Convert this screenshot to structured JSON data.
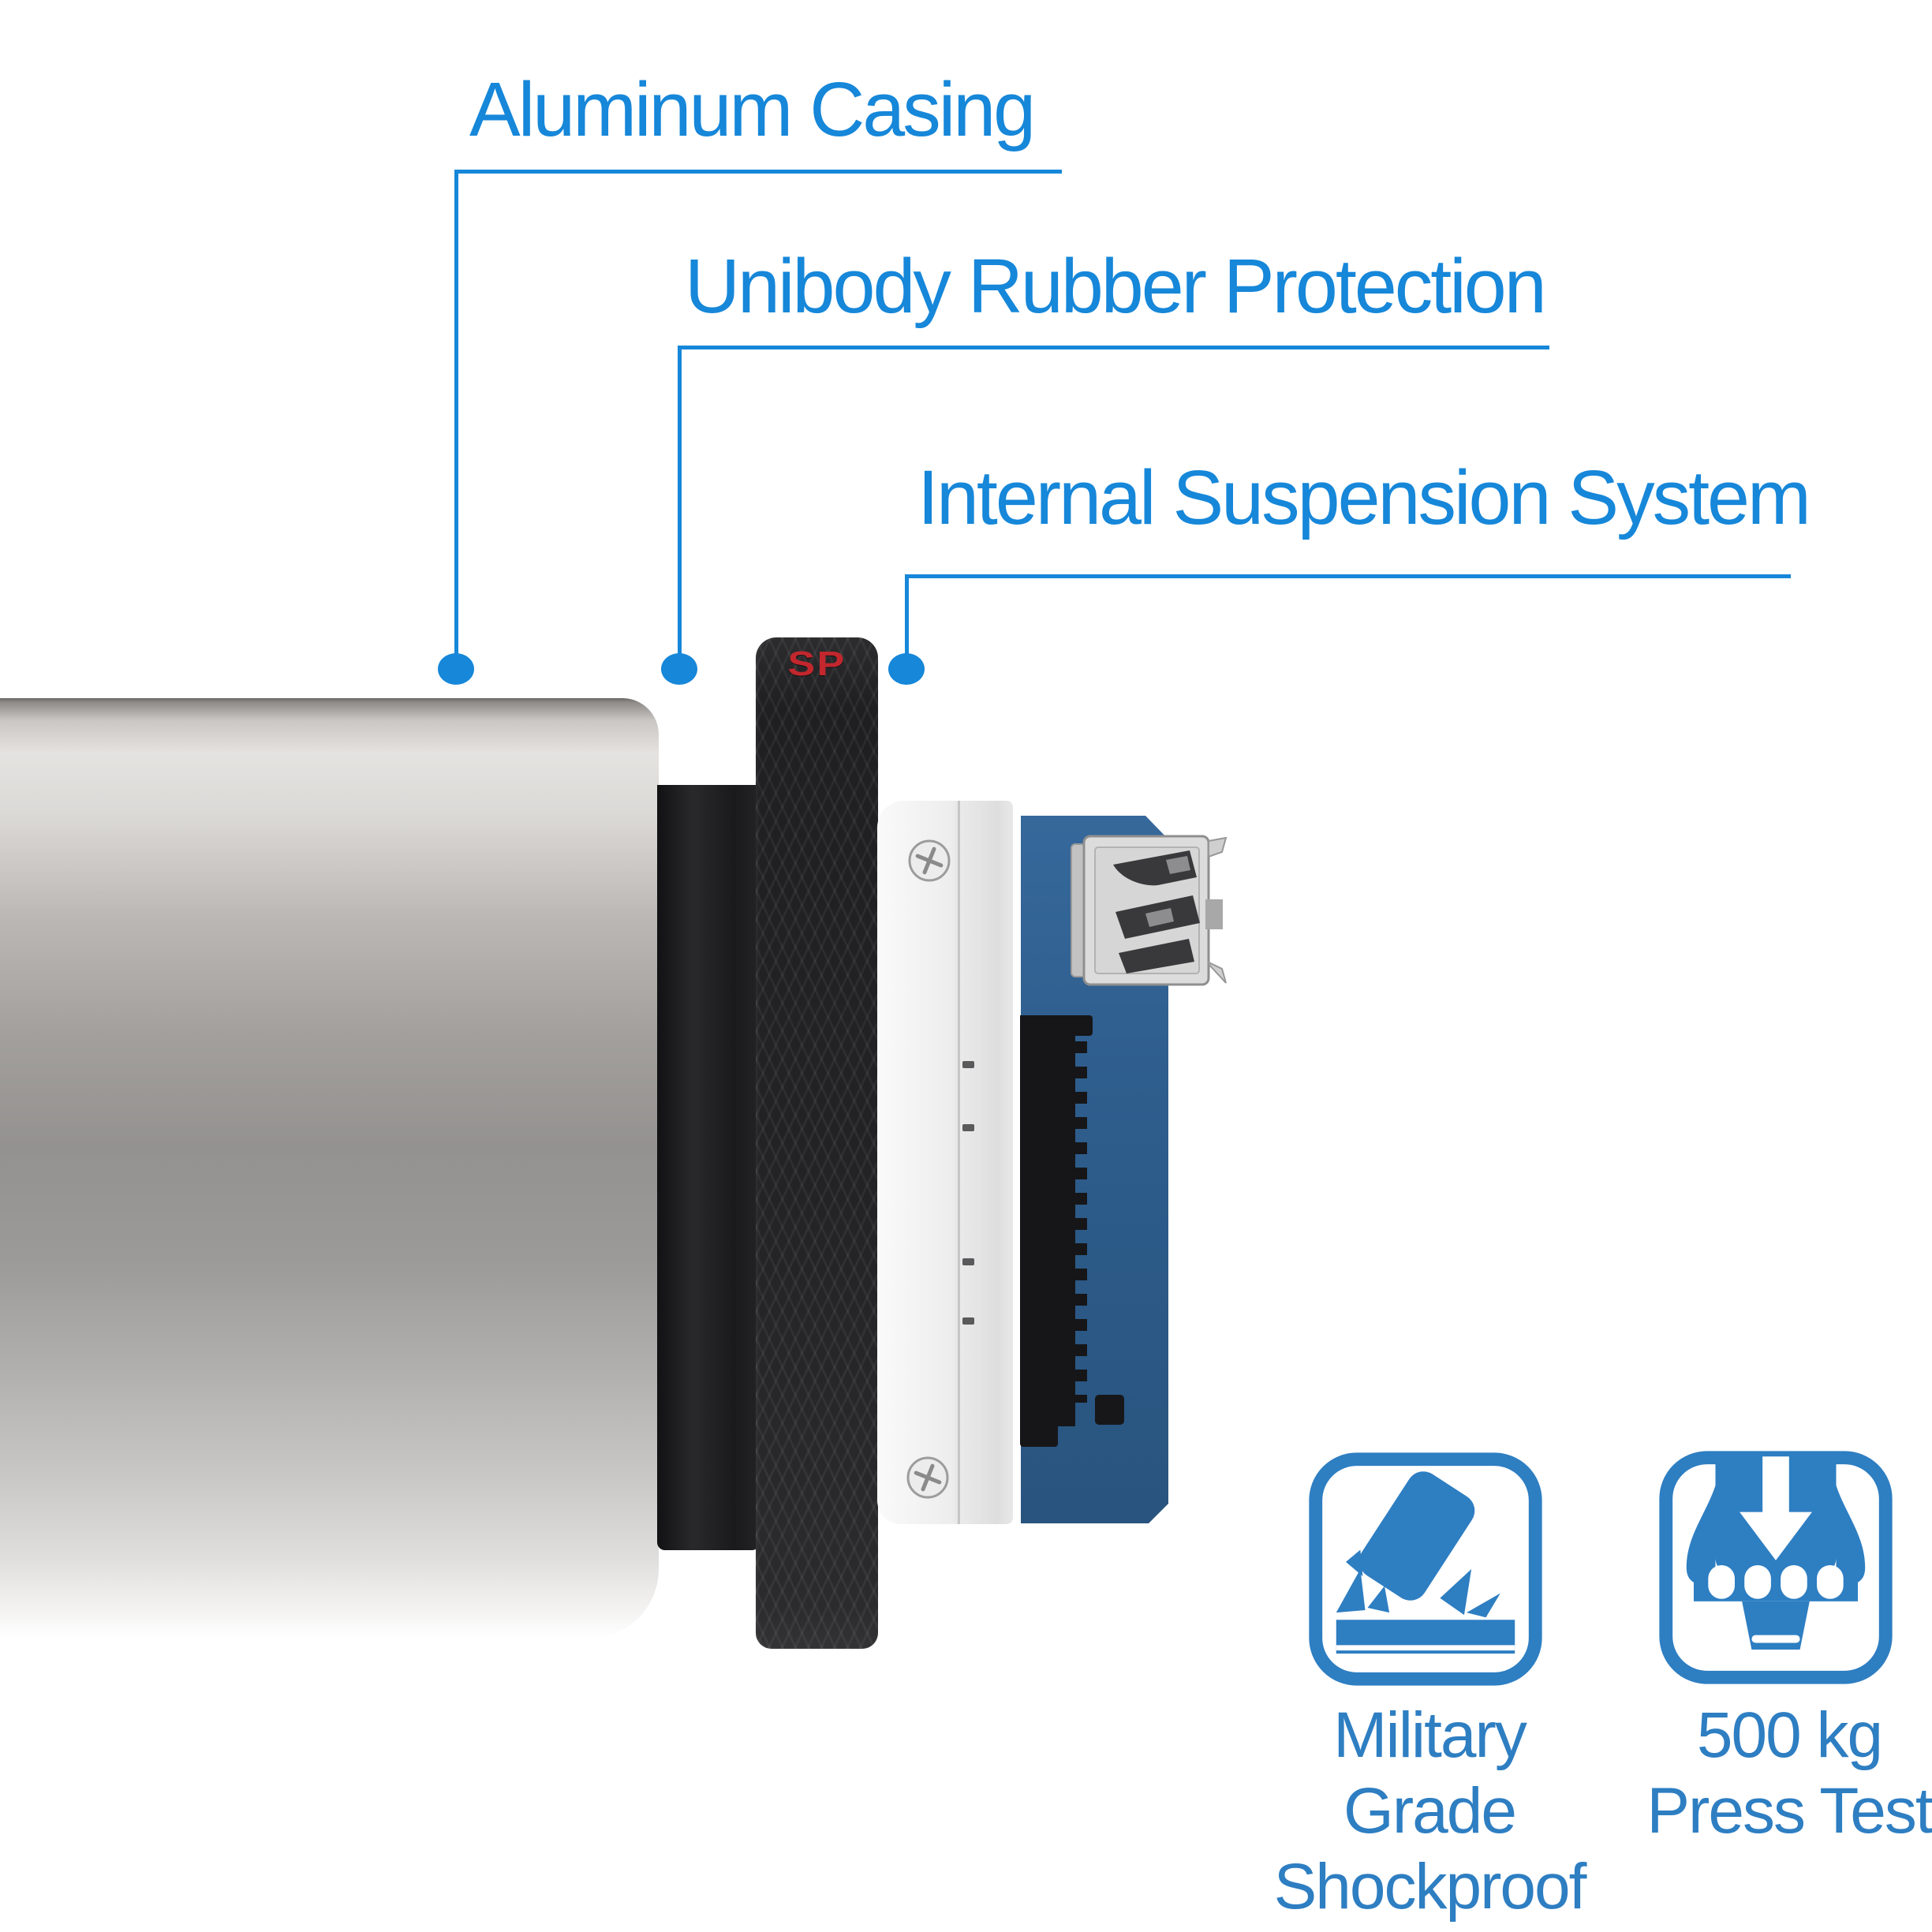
{
  "callouts": [
    {
      "label": "Aluminum Casing"
    },
    {
      "label": "Unibody Rubber Protection"
    },
    {
      "label": "Internal Suspension System"
    }
  ],
  "device": {
    "logo_text": "SP",
    "parts": [
      "aluminum-casing",
      "rubber-sleeve",
      "rubber-strap",
      "drive-tray",
      "pcb-board",
      "usb-port",
      "sata-connector"
    ]
  },
  "features": [
    {
      "icon": "shockproof-icon",
      "line1": "Military Grade",
      "line2": "Shockproof"
    },
    {
      "icon": "press-test-icon",
      "line1": "500 kg",
      "line2": "Press Test"
    }
  ],
  "colors": {
    "callout_blue": "#1687d9",
    "feature_blue": "#2e7ec2",
    "logo_red": "#c1272d",
    "pcb_blue": "#30618f",
    "rubber_black": "#232325",
    "casing_silver": "#b3b1af"
  }
}
